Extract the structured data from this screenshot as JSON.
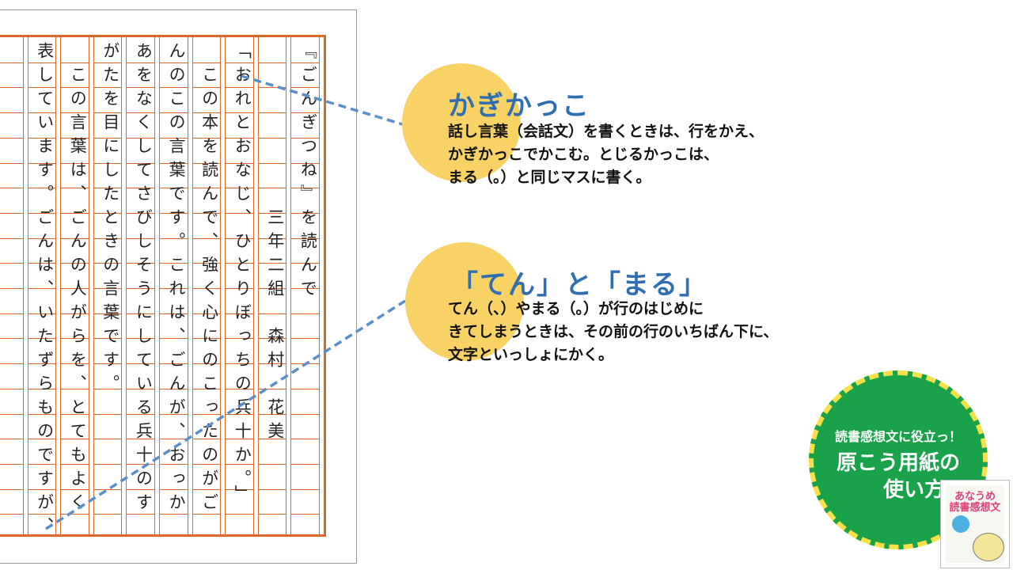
{
  "manuscript": {
    "columns": [
      "『ごんぎつね』を読んで",
      "　　　　　　　三年二組　森村　花美",
      "「おれとおなじ、ひとりぼっちの兵十か。」",
      "　この本を読んで、強く心にのこったのがご",
      "んのこの言葉です。これは、ごんが、おっか",
      "あをなくしてさびしそうにしている兵十のす",
      "がたを目にしたときの言葉です。",
      "　この言葉は、ごんの人がらを、とてもよく",
      "表しています。ごんは、いたずらものですが、"
    ]
  },
  "callout1": {
    "title": "かぎかっこ",
    "lines": [
      "話し言葉（会話文）を書くときは、行をかえ、",
      "かぎかっこでかこむ。とじるかっこは、",
      "まる（。）と同じマスに書く。"
    ]
  },
  "callout2": {
    "title": "「てん」と「まる」",
    "lines": [
      "てん（、）やまる（。）が行のはじめに",
      "きてしまうときは、その前の行のいちばん下に、",
      "文字といっしょにかく。"
    ]
  },
  "badge": {
    "subtitle": "読書感想文に役立っ！",
    "title_line1": "原こう用紙の",
    "title_line2": "使い方"
  },
  "book": {
    "title_line1": "あなうめ",
    "title_line2": "読書感想文"
  },
  "colors": {
    "grid": "#d8692a",
    "accent_blue": "#2f6fb1",
    "circle_yellow": "#f9d266",
    "badge_green": "#1aa24a"
  }
}
